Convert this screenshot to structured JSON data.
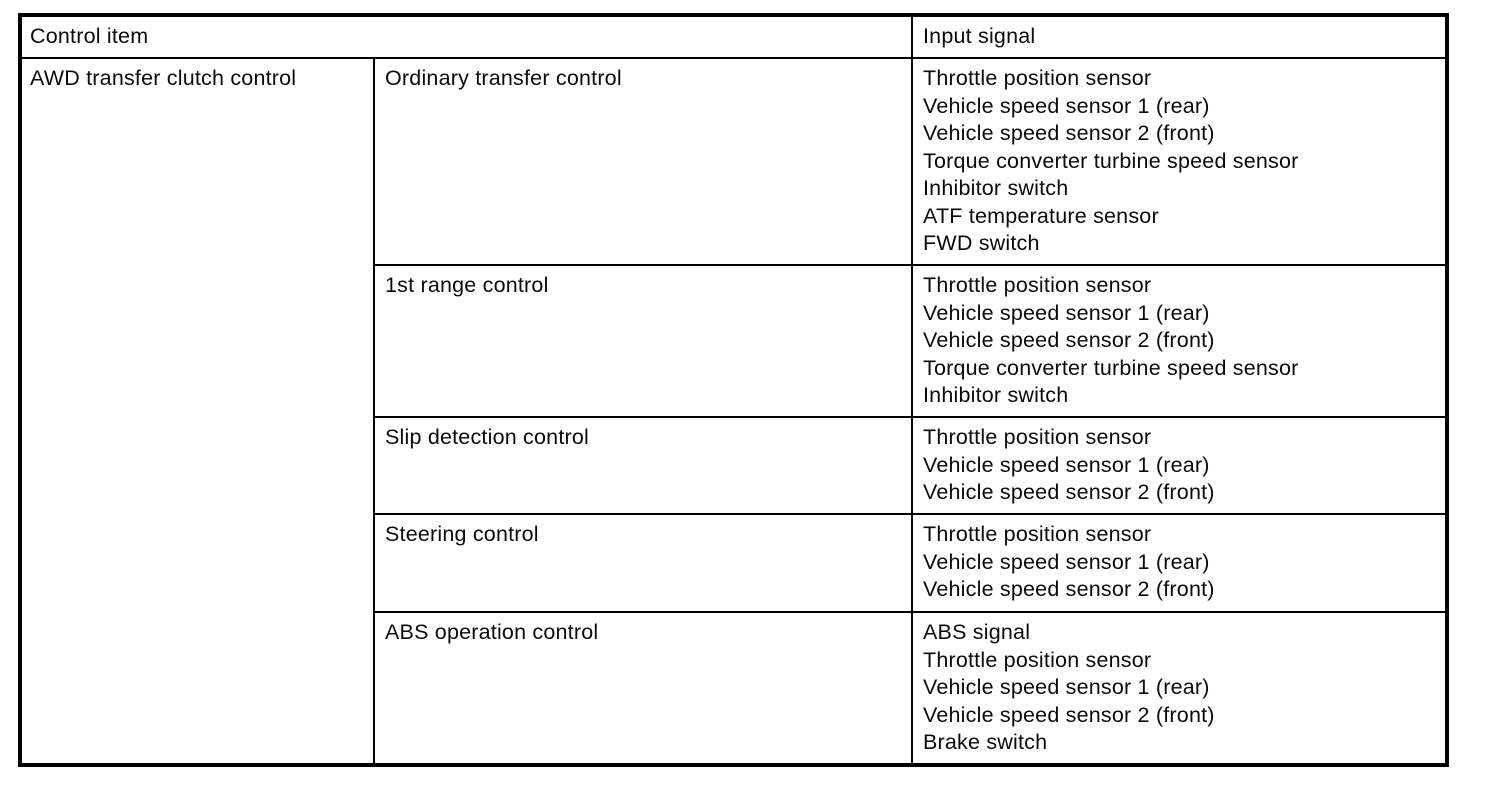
{
  "table": {
    "headers": {
      "control_item": "Control item",
      "input_signal": "Input signal"
    },
    "group_label": "AWD transfer clutch control",
    "rows": [
      {
        "control": "Ordinary transfer control",
        "signals": [
          "Throttle position sensor",
          "Vehicle speed sensor 1 (rear)",
          "Vehicle speed sensor 2 (front)",
          "Torque converter turbine speed sensor",
          "Inhibitor switch",
          "ATF temperature sensor",
          "FWD switch"
        ]
      },
      {
        "control": "1st range control",
        "signals": [
          "Throttle position sensor",
          "Vehicle speed sensor 1 (rear)",
          "Vehicle speed sensor 2 (front)",
          "Torque converter turbine speed sensor",
          "Inhibitor switch"
        ]
      },
      {
        "control": "Slip detection control",
        "signals": [
          "Throttle position sensor",
          "Vehicle speed sensor 1 (rear)",
          "Vehicle speed sensor 2 (front)"
        ]
      },
      {
        "control": "Steering control",
        "signals": [
          "Throttle position sensor",
          "Vehicle speed sensor 1 (rear)",
          "Vehicle speed sensor 2 (front)"
        ]
      },
      {
        "control": "ABS operation control",
        "signals": [
          "ABS signal",
          "Throttle position sensor",
          "Vehicle speed sensor 1 (rear)",
          "Vehicle speed sensor 2 (front)",
          "Brake switch"
        ]
      }
    ],
    "colors": {
      "border": "#000000",
      "text": "#0a0a0a",
      "background": "#ffffff"
    }
  }
}
